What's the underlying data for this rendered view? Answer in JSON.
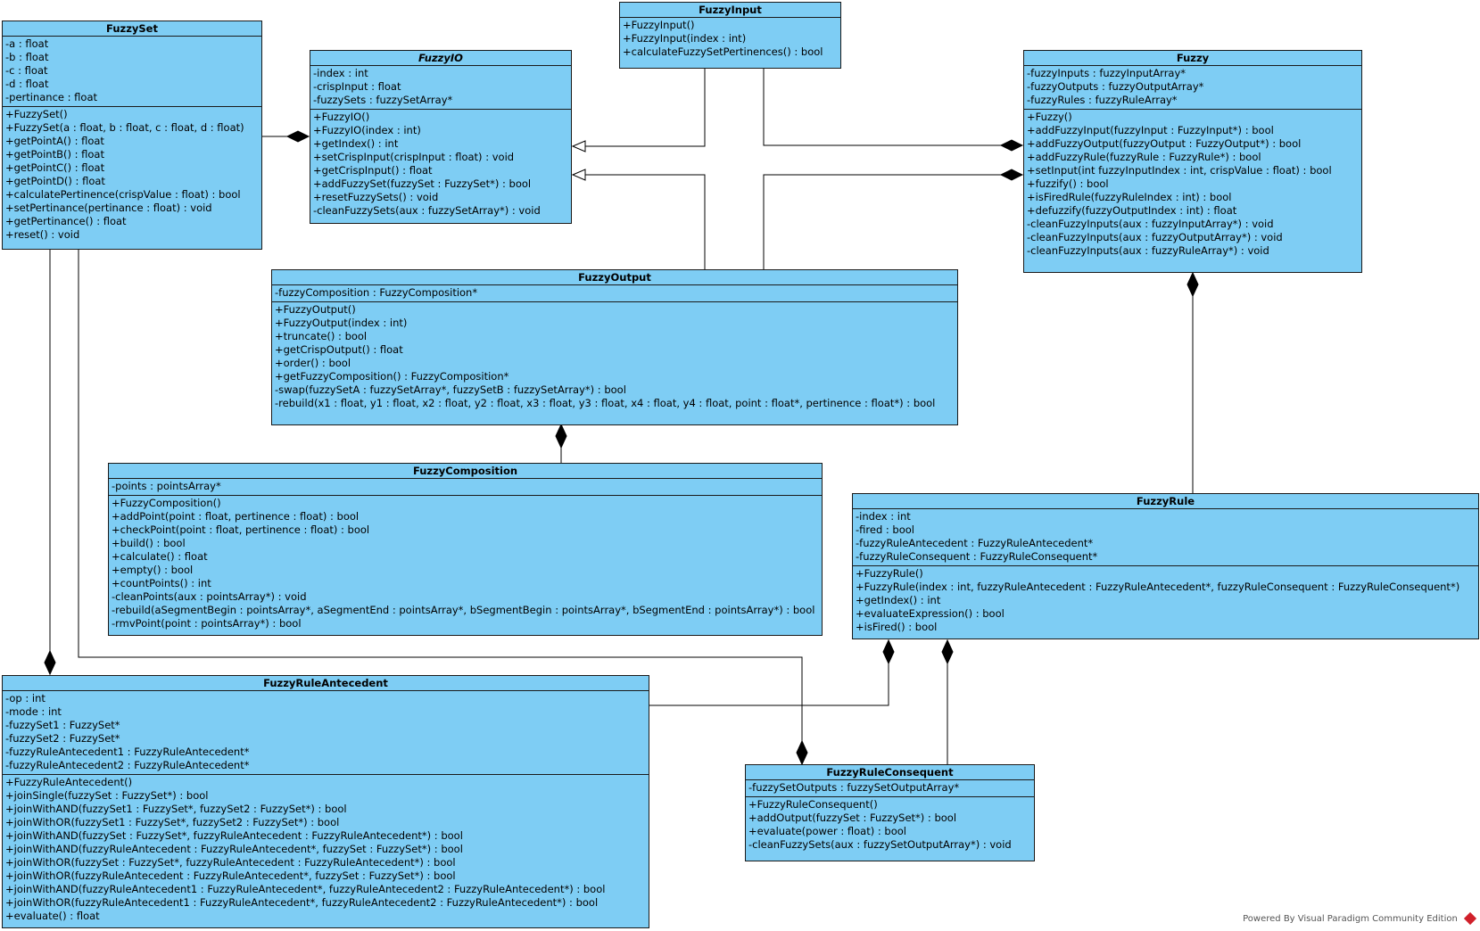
{
  "classes": {
    "fuzzyset": {
      "name": "FuzzySet",
      "attributes": [
        "-a : float",
        "-b : float",
        "-c : float",
        "-d : float",
        "-pertinance : float"
      ],
      "methods": [
        "+FuzzySet()",
        "+FuzzySet(a : float, b : float, c : float, d : float)",
        "+getPointA() : float",
        "+getPointB() : float",
        "+getPointC() : float",
        "+getPointD() : float",
        "+calculatePertinence(crispValue : float) : bool",
        "+setPertinance(pertinance : float) : void",
        "+getPertinance() : float",
        "+reset() : void"
      ]
    },
    "fuzzyio": {
      "name": "FuzzyIO",
      "attributes": [
        "-index : int",
        "-crispInput : float",
        "-fuzzySets : fuzzySetArray*"
      ],
      "methods": [
        "+FuzzyIO()",
        "+FuzzyIO(index : int)",
        "+getIndex() : int",
        "+setCrispInput(crispInput : float) : void",
        "+getCrispInput() : float",
        "+addFuzzySet(fuzzySet : FuzzySet*) : bool",
        "+resetFuzzySets() : void",
        "-cleanFuzzySets(aux : fuzzySetArray*) : void"
      ]
    },
    "fuzzyinput": {
      "name": "FuzzyInput",
      "methods": [
        "+FuzzyInput()",
        "+FuzzyInput(index : int)",
        "+calculateFuzzySetPertinences() : bool"
      ]
    },
    "fuzzy": {
      "name": "Fuzzy",
      "attributes": [
        "-fuzzyInputs : fuzzyInputArray*",
        "-fuzzyOutputs : fuzzyOutputArray*",
        "-fuzzyRules : fuzzyRuleArray*"
      ],
      "methods": [
        "+Fuzzy()",
        "+addFuzzyInput(fuzzyInput : FuzzyInput*) : bool",
        "+addFuzzyOutput(fuzzyOutput : FuzzyOutput*) : bool",
        "+addFuzzyRule(fuzzyRule : FuzzyRule*) : bool",
        "+setInput(int fuzzyInputIndex : int, crispValue : float) : bool",
        "+fuzzify() : bool",
        "+isFiredRule(fuzzyRuleIndex : int) : bool",
        "+defuzzify(fuzzyOutputIndex : int) : float",
        "-cleanFuzzyInputs(aux : fuzzyInputArray*) : void",
        "-cleanFuzzyInputs(aux : fuzzyOutputArray*) : void",
        "-cleanFuzzyInputs(aux : fuzzyRuleArray*) : void"
      ]
    },
    "fuzzyoutput": {
      "name": "FuzzyOutput",
      "attributes": [
        "-fuzzyComposition : FuzzyComposition*"
      ],
      "methods": [
        "+FuzzyOutput()",
        "+FuzzyOutput(index : int)",
        "+truncate() : bool",
        "+getCrispOutput() : float",
        "+order() : bool",
        "+getFuzzyComposition() : FuzzyComposition*",
        "-swap(fuzzySetA : fuzzySetArray*, fuzzySetB : fuzzySetArray*) : bool",
        "-rebuild(x1 : float, y1 : float, x2 : float, y2 : float, x3 : float, y3 : float, x4 : float, y4 : float, point : float*, pertinence : float*) : bool"
      ]
    },
    "fuzzycomposition": {
      "name": "FuzzyComposition",
      "attributes": [
        "-points : pointsArray*"
      ],
      "methods": [
        "+FuzzyComposition()",
        "+addPoint(point : float, pertinence : float) : bool",
        "+checkPoint(point : float, pertinence : float) : bool",
        "+build() : bool",
        "+calculate() : float",
        "+empty() : bool",
        "+countPoints() : int",
        "-cleanPoints(aux : pointsArray*) : void",
        "-rebuild(aSegmentBegin : pointsArray*, aSegmentEnd : pointsArray*, bSegmentBegin : pointsArray*, bSegmentEnd : pointsArray*) : bool",
        "-rmvPoint(point : pointsArray*) : bool"
      ]
    },
    "fuzzyrule": {
      "name": "FuzzyRule",
      "attributes": [
        "-index : int",
        "-fired : bool",
        "-fuzzyRuleAntecedent : FuzzyRuleAntecedent*",
        "-fuzzyRuleConsequent : FuzzyRuleConsequent*"
      ],
      "methods": [
        "+FuzzyRule()",
        "+FuzzyRule(index : int, fuzzyRuleAntecedent : FuzzyRuleAntecedent*, fuzzyRuleConsequent : FuzzyRuleConsequent*)",
        "+getIndex() : int",
        "+evaluateExpression() : bool",
        "+isFired() : bool"
      ]
    },
    "fuzzyruleantecedent": {
      "name": "FuzzyRuleAntecedent",
      "attributes": [
        "-op : int",
        "-mode : int",
        "-fuzzySet1 : FuzzySet*",
        "-fuzzySet2 : FuzzySet*",
        "-fuzzyRuleAntecedent1 : FuzzyRuleAntecedent*",
        "-fuzzyRuleAntecedent2 : FuzzyRuleAntecedent*"
      ],
      "methods": [
        "+FuzzyRuleAntecedent()",
        "+joinSingle(fuzzySet : FuzzySet*) : bool",
        "+joinWithAND(fuzzySet1 : FuzzySet*, fuzzySet2 : FuzzySet*) : bool",
        "+joinWithOR(fuzzySet1 : FuzzySet*, fuzzySet2 : FuzzySet*) : bool",
        "+joinWithAND(fuzzySet : FuzzySet*, fuzzyRuleAntecedent : FuzzyRuleAntecedent*) : bool",
        "+joinWithAND(fuzzyRuleAntecedent : FuzzyRuleAntecedent*, fuzzySet : FuzzySet*) : bool",
        "+joinWithOR(fuzzySet : FuzzySet*, fuzzyRuleAntecedent : FuzzyRuleAntecedent*) : bool",
        "+joinWithOR(fuzzyRuleAntecedent : FuzzyRuleAntecedent*, fuzzySet : FuzzySet*) : bool",
        "+joinWithAND(fuzzyRuleAntecedent1 : FuzzyRuleAntecedent*, fuzzyRuleAntecedent2 : FuzzyRuleAntecedent*) : bool",
        "+joinWithOR(fuzzyRuleAntecedent1 : FuzzyRuleAntecedent*, fuzzyRuleAntecedent2 : FuzzyRuleAntecedent*) : bool",
        "+evaluate() : float"
      ]
    },
    "fuzzyruleconsequent": {
      "name": "FuzzyRuleConsequent",
      "attributes": [
        "-fuzzySetOutputs : fuzzySetOutputArray*"
      ],
      "methods": [
        "+FuzzyRuleConsequent()",
        "+addOutput(fuzzySet : FuzzySet*) : bool",
        "+evaluate(power : float) : bool",
        "-cleanFuzzySets(aux : fuzzySetOutputArray*) : void"
      ]
    }
  },
  "footer": "Powered By Visual Paradigm Community Edition",
  "colors": {
    "class_fill": "#7ecdf4",
    "line": "#000000"
  }
}
